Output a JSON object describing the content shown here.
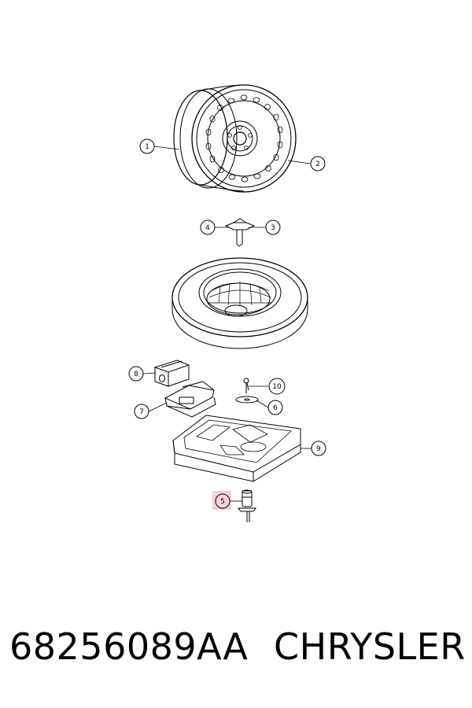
{
  "callouts": [
    {
      "num": "1",
      "part": "steel-wheel"
    },
    {
      "num": "2",
      "part": "wheel-rim"
    },
    {
      "num": "3",
      "part": "hold-down-nut"
    },
    {
      "num": "4",
      "part": "hold-down-bolt"
    },
    {
      "num": "5",
      "part": "spare-retainer"
    },
    {
      "num": "6",
      "part": "washer"
    },
    {
      "num": "7",
      "part": "jack"
    },
    {
      "num": "8",
      "part": "tool-bag"
    },
    {
      "num": "9",
      "part": "storage-tray"
    },
    {
      "num": "10",
      "part": "pin"
    }
  ],
  "highlight": {
    "num": "5",
    "color": "#f4b8c0"
  },
  "footer": {
    "part_number": "68256089AA",
    "brand": "CHRYSLER"
  }
}
